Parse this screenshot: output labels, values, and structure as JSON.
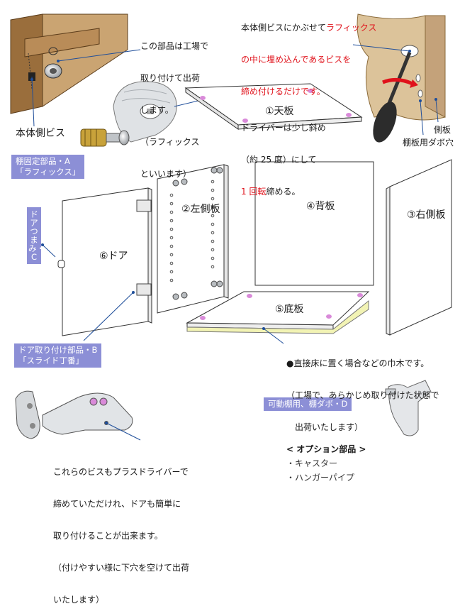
{
  "callouts": {
    "factory_note": [
      "この部品は工場で",
      "取り付けて出荷",
      "します。",
      "（ラフィックス",
      "といいます）"
    ],
    "body_screw": "本体側ビス",
    "tighten_note": {
      "line1_pre": "本体側ビスにかぶせて",
      "line1_red": "ラフィックス",
      "line2_red": "の中に埋め込んであるビスを",
      "line3_red": "締め付けるだけです。",
      "line4": "ドライバーは少し斜め",
      "line5": "（約 25 度）にして",
      "line6_red": "1 回転",
      "line6_post": "締める。"
    },
    "side_panel": "側板",
    "shelf_dowel_hole": "棚板用ダボ穴"
  },
  "parts": {
    "top": "①天板",
    "left": "②左側板",
    "right": "③右側板",
    "back": "④背板",
    "bottom": "⑤底板",
    "door": "⑥ドア"
  },
  "tags": {
    "a_line1": "棚固定部品・A",
    "a_line2": "「ラフィックス」",
    "door_knob": "ドアつまみ・C",
    "b_line1": "ドア取り付け部品・B",
    "b_line2": "「スライド丁番」",
    "d": "可動棚用、棚ダボ・D"
  },
  "base_note": [
    "●直接床に置く場合などの巾木です。",
    "（工場で、あらかじめ取り付けた状態で",
    "　出荷いたします）"
  ],
  "hinge_note": [
    "これらのビスもプラスドライバーで",
    "締めていただけれ、ドアも簡単に",
    "取り付けることが出来ます。",
    "（付けやすい様に下穴を空けて出荷",
    "いたします）"
  ],
  "options": {
    "title": "< オプション部品 >",
    "items": [
      "・キャスター",
      "・ハンガーパイプ"
    ]
  },
  "colors": {
    "wood": "#b58a55",
    "wood_dark": "#8a6232",
    "panel": "#ffffff",
    "skirting": "#f2f3b4",
    "tag": "#8c8fd6",
    "leader": "#1f4e9a",
    "accent_red": "#e0121b"
  }
}
